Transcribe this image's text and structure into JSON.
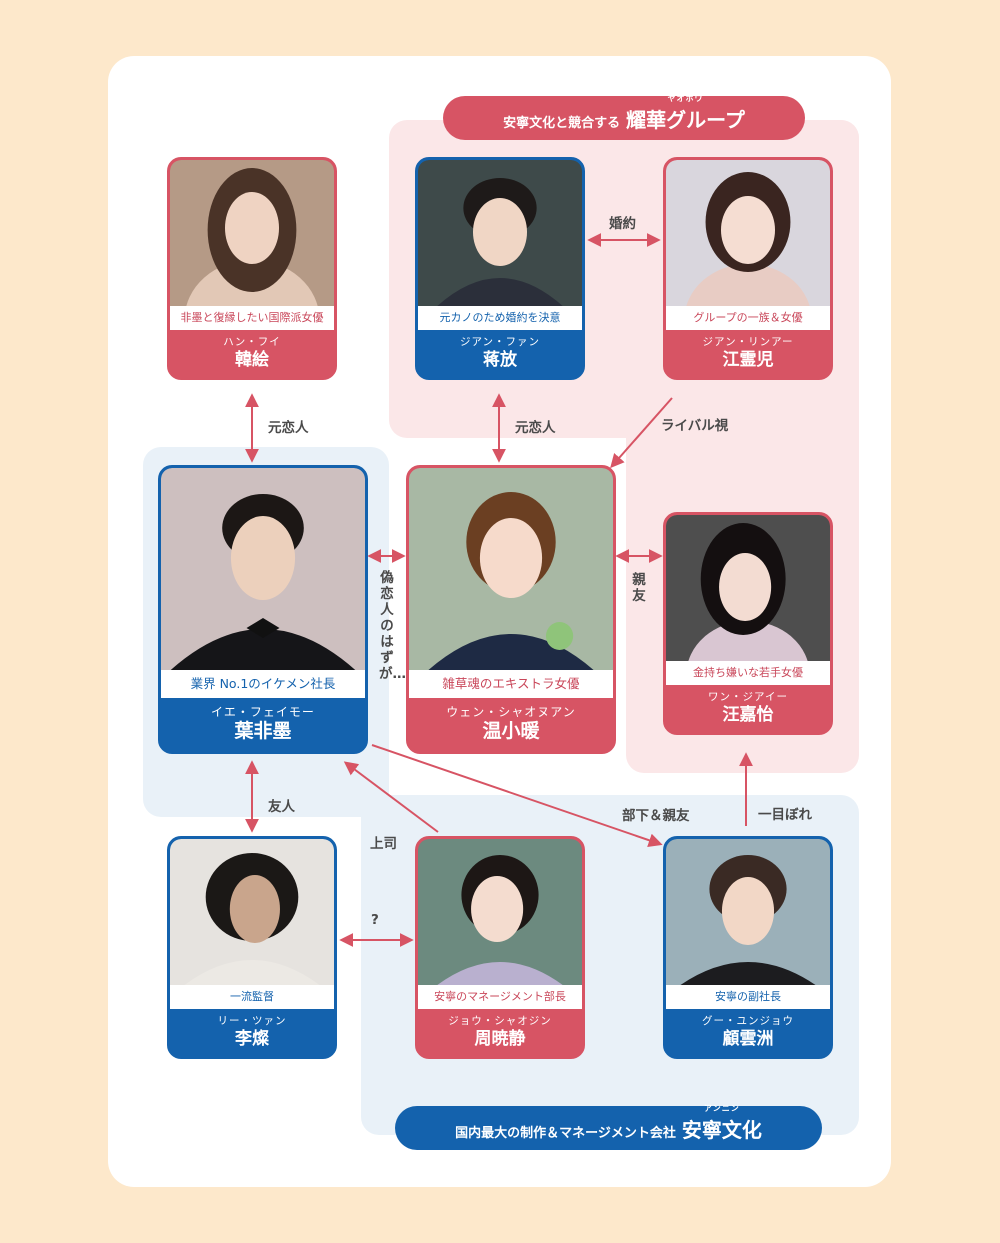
{
  "groups": {
    "yaohua": {
      "prefix": "安寧文化と競合する",
      "name": "耀華グループ",
      "ruby": "ヤオホワ",
      "color": "#d75464"
    },
    "anning": {
      "prefix": "国内最大の制作＆マネージメント会社",
      "name": "安寧文化",
      "ruby": "アンニン",
      "color": "#1462ad"
    }
  },
  "characters": {
    "hanfei": {
      "desc": "非墨と復縁したい国際派女優",
      "reading": "ハン・フイ",
      "name": "韓絵",
      "color": "red"
    },
    "jiangfang": {
      "desc": "元カノのため婚約を決意",
      "reading": "ジアン・ファン",
      "name": "蒋放",
      "color": "blue"
    },
    "jianglinger": {
      "desc": "グループの一族＆女優",
      "reading": "ジアン・リンアー",
      "name": "江霊児",
      "color": "red"
    },
    "yefeimo": {
      "desc": "業界 No.1のイケメン社長",
      "reading": "イエ・フェイモー",
      "name": "葉非墨",
      "color": "blue"
    },
    "wenxiaonuan": {
      "desc": "雑草魂のエキストラ女優",
      "reading": "ウェン・シャオヌアン",
      "name": "温小暖",
      "color": "red"
    },
    "wangjiayi": {
      "desc": "金持ち嫌いな若手女優",
      "reading": "ワン・ジアイー",
      "name": "汪嘉怡",
      "color": "red"
    },
    "lican": {
      "desc": "一流監督",
      "reading": "リー・ツァン",
      "name": "李燦",
      "color": "blue"
    },
    "zhouxiaojing": {
      "desc": "安寧のマネージメント部長",
      "reading": "ジョウ・シャオジン",
      "name": "周暁静",
      "color": "red"
    },
    "guyunzhou": {
      "desc": "安寧の副社長",
      "reading": "グー・ユンジョウ",
      "name": "顧雲洲",
      "color": "blue"
    }
  },
  "relations": {
    "engaged": "婚約",
    "ex_lover_1": "元恋人",
    "ex_lover_2": "元恋人",
    "rival": "ライバル視",
    "fake_lovers": "偽恋人のはずが…",
    "best_friend": "親友",
    "friend": "友人",
    "boss": "上司",
    "unknown": "?",
    "subordinate_friend": "部下＆親友",
    "love_at_first_sight": "一目ぼれ"
  },
  "colors": {
    "background": "#fde8cb",
    "red": "#d75464",
    "blue": "#1462ad",
    "arrow": "#d75464",
    "pink_zone": "#fbe7e8",
    "blue_zone": "#e9f1f8"
  }
}
